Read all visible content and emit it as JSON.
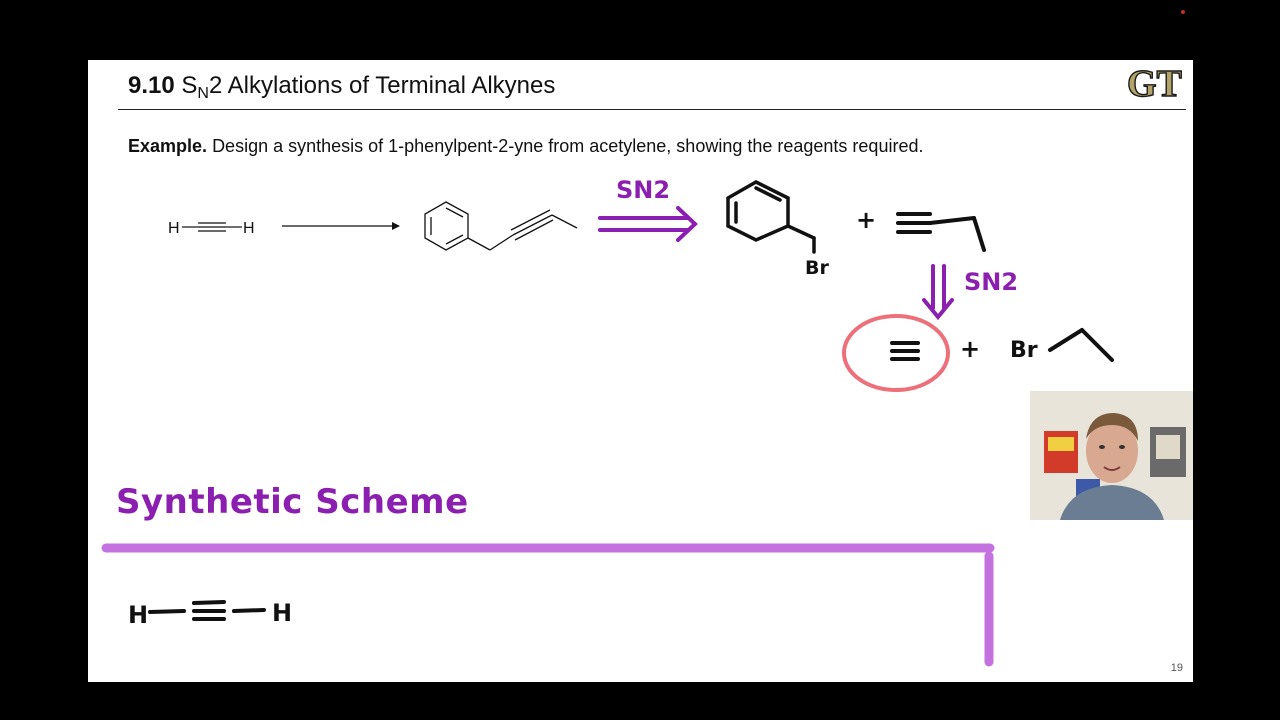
{
  "slide": {
    "title_number": "9.10",
    "title_s": "S",
    "title_n": "N",
    "title_rest": "2 Alkylations of Terminal Alkynes",
    "logo_text": "GT",
    "page_number": "19"
  },
  "example": {
    "label": "Example.",
    "text": "Design a synthesis of 1-phenylpent-2-yne from acetylene, showing the reagents required."
  },
  "reaction": {
    "start_h_left": "H",
    "start_h_right": "H"
  },
  "annotations": {
    "sn2_top": "SN2",
    "sn2_right": "SN2",
    "br_benzyl": "Br",
    "br_ethyl": "Br",
    "plus_1": "+",
    "plus_2": "+",
    "triple_bond": "≡"
  },
  "scheme": {
    "title": "Synthetic Scheme",
    "h_left": "H",
    "h_right": "H"
  },
  "colors": {
    "purple": "#8a1fb0",
    "scheme_bar": "#c472e0",
    "highlight_red": "#ec6f7a"
  }
}
